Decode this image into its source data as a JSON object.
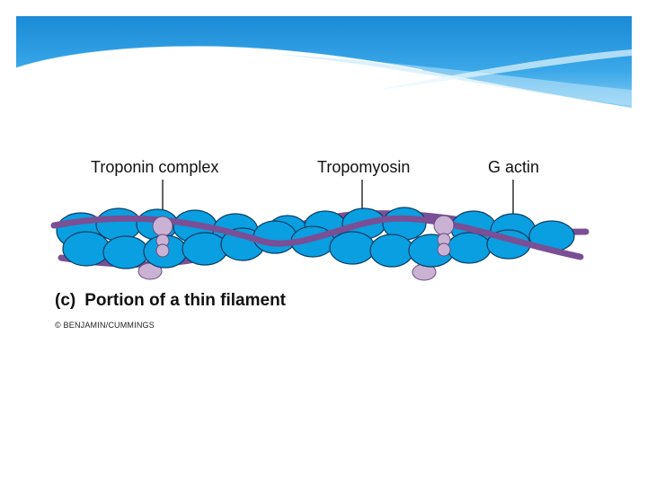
{
  "slide": {
    "colors": {
      "banner_top": "#1e90d8",
      "banner_light": "#9ad6f5",
      "actin_fill": "#0a9fe0",
      "actin_stroke": "#0b3d66",
      "tropomyosin": "#7a4f95",
      "troponin": "#c9b2d4"
    }
  },
  "diagram": {
    "labels": {
      "troponin": "Troponin complex",
      "tropomyosin": "Tropomyosin",
      "g_actin": "G actin"
    },
    "caption": {
      "letter": "(c)",
      "text": "Portion of a thin filament"
    },
    "credit": "© BENJAMIN/CUMMINGS"
  }
}
